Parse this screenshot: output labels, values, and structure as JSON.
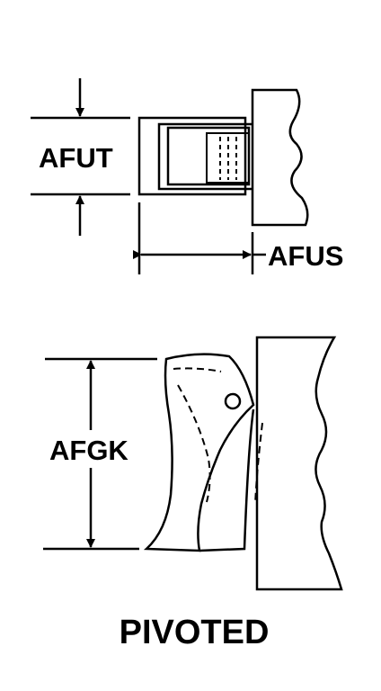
{
  "top_figure": {
    "height_dimension_label": "AFUT",
    "length_dimension_label": "AFUS"
  },
  "bottom_figure": {
    "height_dimension_label": "AFGK"
  },
  "caption": "PIVOTED"
}
